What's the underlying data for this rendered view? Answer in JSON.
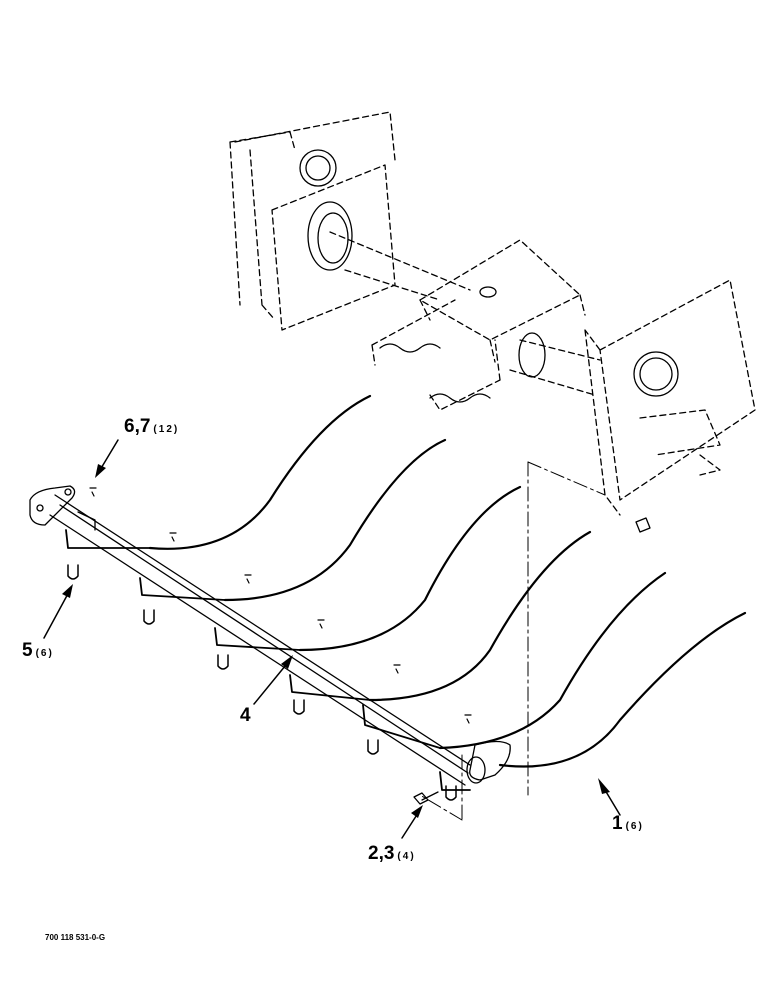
{
  "callouts": [
    {
      "id": "1",
      "number": "1",
      "qty": "(6)"
    },
    {
      "id": "2",
      "number": "2,3",
      "qty": "(4)"
    },
    {
      "id": "4",
      "number": "4",
      "qty": ""
    },
    {
      "id": "5",
      "number": "5",
      "qty": "(6)"
    },
    {
      "id": "6",
      "number": "6,7",
      "qty": "(12)"
    }
  ],
  "figure_id": "700 118 531-0-G"
}
